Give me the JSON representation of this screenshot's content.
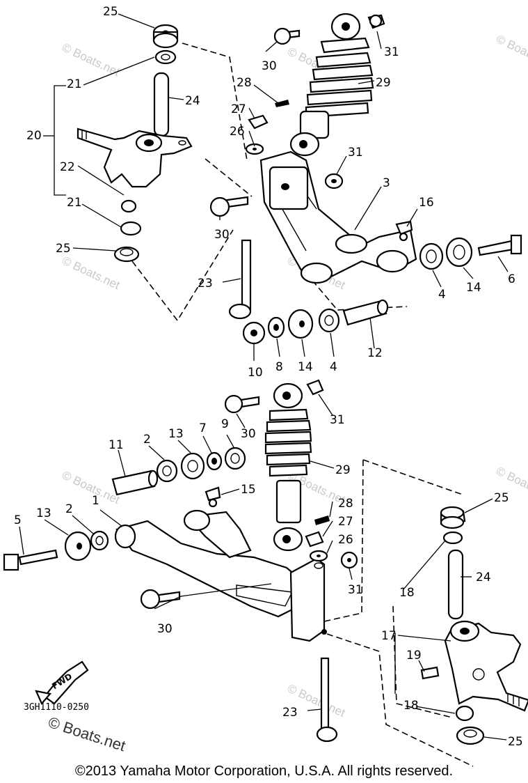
{
  "callouts": {
    "upper": [
      "25",
      "21",
      "24",
      "20",
      "22",
      "21",
      "25",
      "30",
      "29",
      "31",
      "28",
      "27",
      "26",
      "31",
      "3",
      "16",
      "30",
      "23",
      "4",
      "14",
      "6",
      "10",
      "8",
      "14",
      "4",
      "12"
    ],
    "lower": [
      "30",
      "31",
      "11",
      "2",
      "13",
      "7",
      "9",
      "29",
      "15",
      "5",
      "13",
      "2",
      "1",
      "28",
      "27",
      "26",
      "31",
      "30",
      "25",
      "24",
      "18",
      "17",
      "19",
      "18",
      "25",
      "23"
    ]
  },
  "watermark": "© Boats.net",
  "drawing_code": "3GH1110-0250",
  "watermark_corner": "© Boats.net",
  "fwd_label": "FWD",
  "copyright": "©2013 Yamaha Motor Corporation, U.S.A. All rights reserved."
}
